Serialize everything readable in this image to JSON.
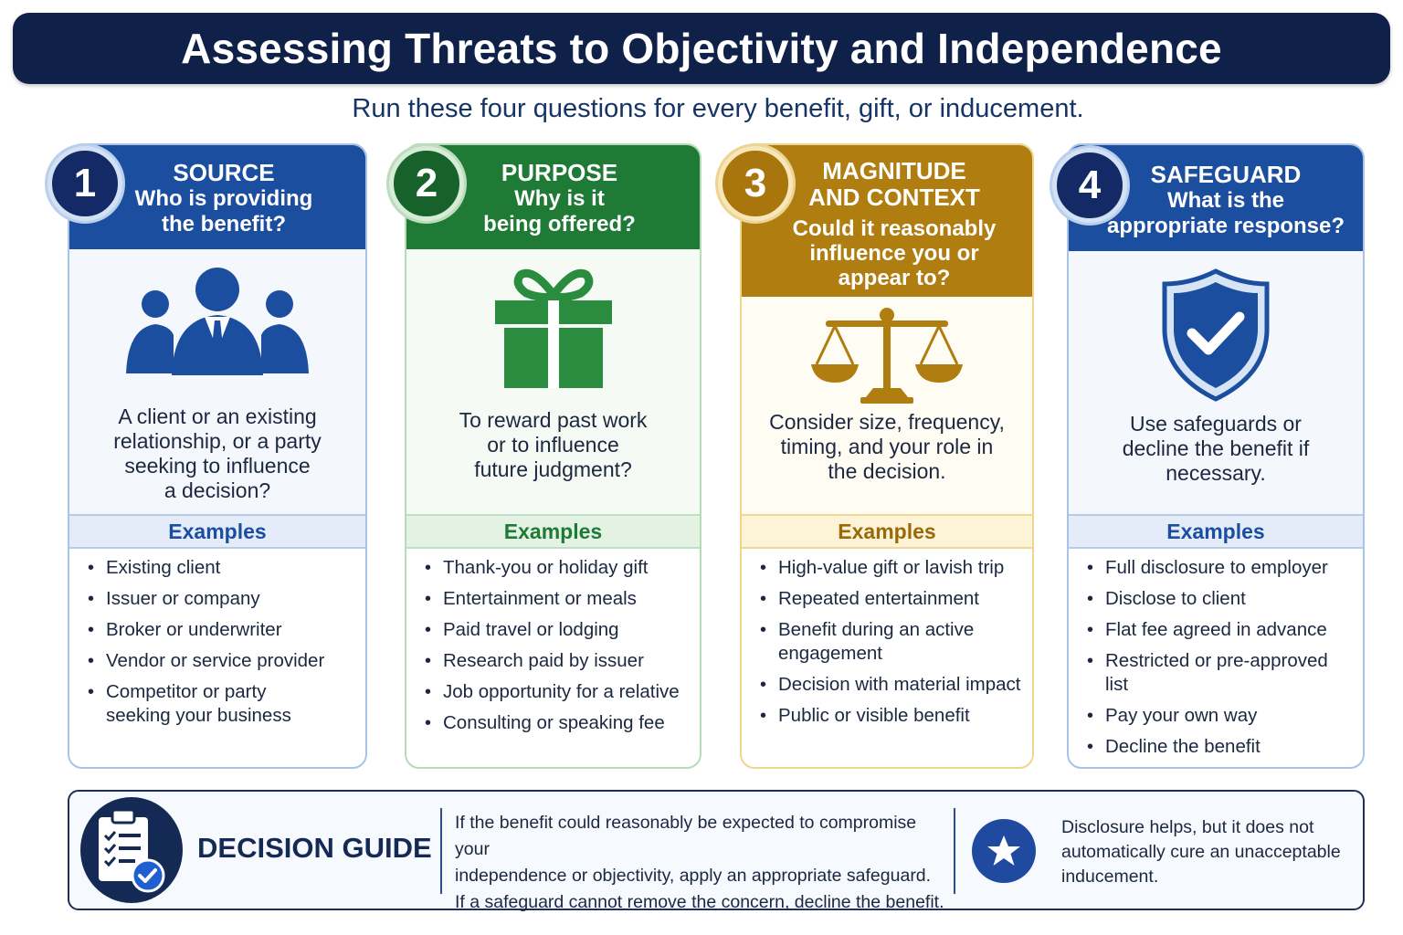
{
  "title": "Assessing Threats to Objectivity and Independence",
  "subtitle": "Run these four questions for every benefit, gift, or inducement.",
  "cards": [
    {
      "number": "1",
      "title": "SOURCE",
      "question": [
        "Who is providing",
        "the benefit?"
      ],
      "icon": "people-icon",
      "description": [
        "A client or an existing",
        "relationship, or a party",
        "seeking to influence",
        "a decision?"
      ],
      "examples_label": "Examples",
      "examples": [
        "Existing client",
        "Issuer or company",
        "Broker or underwriter",
        "Vendor or service provider",
        "Competitor or party seeking your business"
      ],
      "color": "#1c4ea0"
    },
    {
      "number": "2",
      "title": "PURPOSE",
      "question": [
        "Why is it",
        "being offered?"
      ],
      "icon": "gift-icon",
      "description": [
        "To reward past work",
        "or to influence",
        "future judgment?"
      ],
      "examples_label": "Examples",
      "examples": [
        "Thank-you or holiday gift",
        "Entertainment or meals",
        "Paid travel or lodging",
        "Research paid by issuer",
        "Job opportunity for a relative",
        "Consulting or speaking fee"
      ],
      "color": "#1e7a34"
    },
    {
      "number": "3",
      "title": [
        "MAGNITUDE",
        "AND CONTEXT"
      ],
      "question": [
        "Could it reasonably",
        "influence you or",
        "appear to?"
      ],
      "icon": "scales-icon",
      "description": [
        "Consider size, frequency,",
        "timing, and your role in",
        "the decision."
      ],
      "examples_label": "Examples",
      "examples": [
        "High-value gift or lavish trip",
        "Repeated entertainment",
        "Benefit during an active engagement",
        "Decision with material impact",
        "Public or visible benefit"
      ],
      "color": "#b07d10"
    },
    {
      "number": "4",
      "title": "SAFEGUARD",
      "question": [
        "What is the",
        "appropriate response?"
      ],
      "icon": "shield-check-icon",
      "description": [
        "Use safeguards or",
        "decline the benefit if",
        "necessary."
      ],
      "examples_label": "Examples",
      "examples": [
        "Full disclosure to employer",
        "Disclose to client",
        "Flat fee agreed in advance",
        "Restricted or pre-approved list",
        "Pay your own way",
        "Decline the benefit"
      ],
      "color": "#1c4ea0"
    }
  ],
  "guide": {
    "title": "DECISION GUIDE",
    "text": [
      "If the benefit could reasonably be expected to compromise your",
      "independence or objectivity, apply an appropriate safeguard.",
      "If a safeguard cannot remove the concern, decline the benefit."
    ],
    "note": [
      "Disclosure helps, but it does not",
      "automatically cure an unacceptable",
      "inducement."
    ]
  }
}
